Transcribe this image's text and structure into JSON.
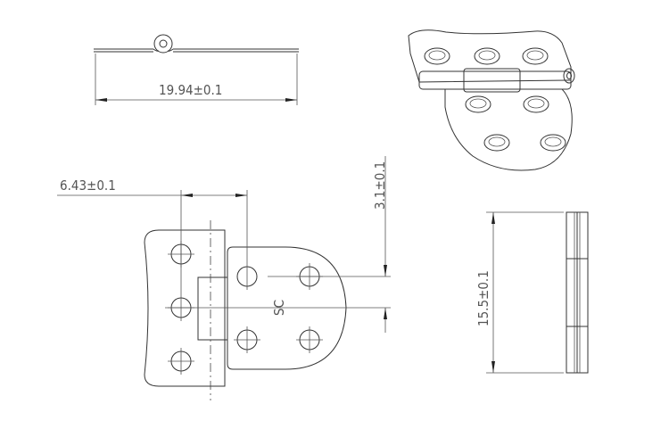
{
  "drawing": {
    "dimensions": {
      "length": "19.94±0.1",
      "hole_offset": "6.43±0.1",
      "hole_spacing": "3.1±0.1",
      "height": "15.5±0.1"
    },
    "marking": "SC"
  }
}
